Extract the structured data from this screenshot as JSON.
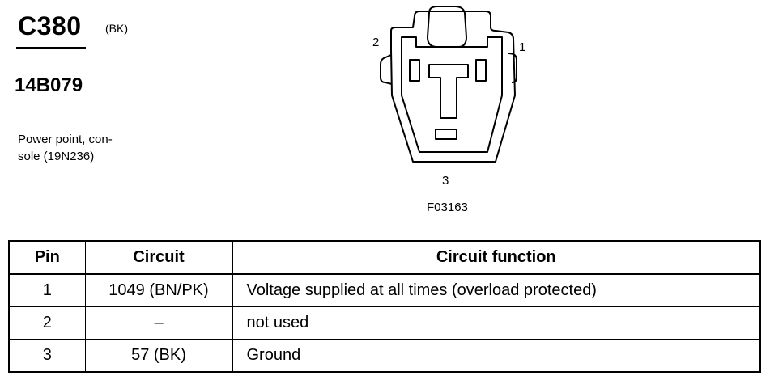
{
  "connector": {
    "id": "C380",
    "color_code": "(BK)",
    "part_number": "14B079",
    "description": "Power point, con-\nsole (19N236)"
  },
  "figure": {
    "id": "F03163",
    "pin_labels": {
      "pin1": "1",
      "pin2": "2",
      "pin3": "3"
    }
  },
  "table": {
    "headers": {
      "pin": "Pin",
      "circuit": "Circuit",
      "function": "Circuit function"
    },
    "rows": [
      {
        "pin": "1",
        "circuit": "1049 (BN/PK)",
        "function": "Voltage supplied at all times (overload protected)"
      },
      {
        "pin": "2",
        "circuit": "–",
        "function": "not used"
      },
      {
        "pin": "3",
        "circuit": "57 (BK)",
        "function": "Ground"
      }
    ]
  }
}
